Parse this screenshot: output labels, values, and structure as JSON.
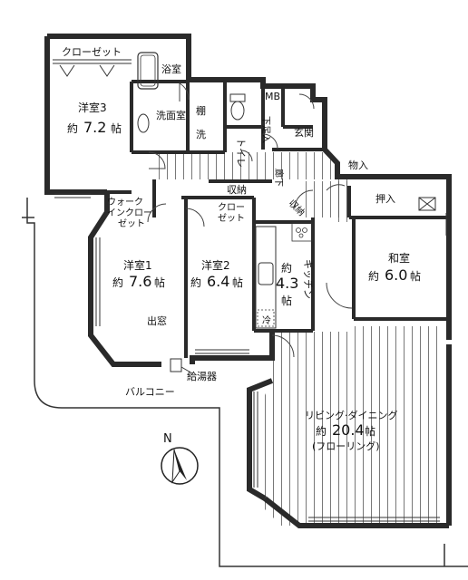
{
  "rooms": {
    "western3": {
      "name": "洋室3",
      "size_prefix": "約",
      "size": "7.2",
      "unit": "帖"
    },
    "western1": {
      "name": "洋室1",
      "size_prefix": "約",
      "size": "7.6",
      "unit": "帖"
    },
    "western2": {
      "name": "洋室2",
      "size_prefix": "約",
      "size": "6.4",
      "unit": "帖"
    },
    "japanese": {
      "name": "和室",
      "size_prefix": "約",
      "size": "6.0",
      "unit": "帖"
    },
    "kitchen": {
      "name": "キッチン",
      "size_prefix": "約",
      "size": "4.3",
      "unit": "帖"
    },
    "ldk": {
      "name": "リビング·ダイニング",
      "size_prefix": "約",
      "size": "20.4",
      "unit": "帖",
      "note": "(フローリング)"
    }
  },
  "labels": {
    "closet_top": "クローゼット",
    "bath": "浴室",
    "washroom": "洗面室",
    "shelf": "棚",
    "washer": "洗",
    "toilet": "トイレ",
    "mb": "MB",
    "shoe_box": "下足入",
    "entrance": "玄関",
    "corridor": "廊下",
    "storage_kana": "物入",
    "storage": "収納",
    "walkin_1": "ウォーク",
    "walkin_2": "インクロー",
    "walkin_3": "ゼット",
    "closet2_1": "クロー",
    "closet2_2": "ゼット",
    "storage_small": "収納",
    "oshiire": "押入",
    "bay_window": "出窓",
    "water_heater": "給湯器",
    "balcony": "バルコニー",
    "fridge": "冷",
    "north": "N"
  },
  "colors": {
    "wall": "#2a2a2a",
    "line": "#333333",
    "floor_stripe": "#555555"
  }
}
